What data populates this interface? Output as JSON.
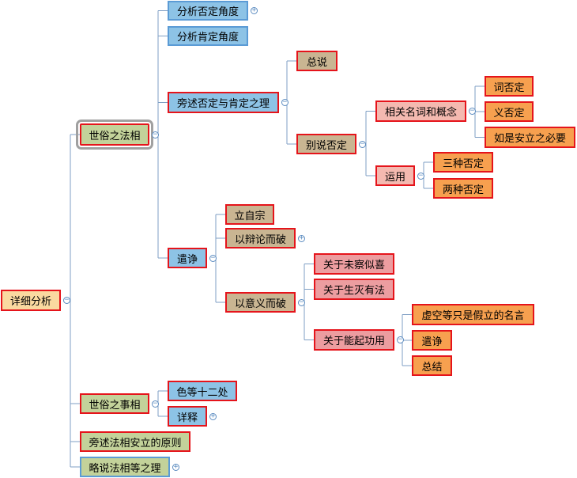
{
  "colors": {
    "line": "#7f9fc4",
    "tan": "#c9b592",
    "blue": "#8dc3e6",
    "orange": "#f7a04f",
    "pink": "#ec9da0",
    "lightpink": "#f4b9b0",
    "sage": "#c3d29a",
    "root": "#fad9a0"
  },
  "nodes": [
    {
      "id": "root",
      "text": "详细分析",
      "fill": "root",
      "toggle": "collapse"
    },
    {
      "id": "suisu",
      "text": "世俗之法相",
      "fill": "sage",
      "selected": true,
      "toggle": "collapse"
    },
    {
      "id": "fenxi_fou",
      "text": "分析否定角度",
      "fill": "blue",
      "border": "blue",
      "toggle": "expand"
    },
    {
      "id": "fenxi_ken",
      "text": "分析肯定角度",
      "fill": "blue",
      "border": "blue"
    },
    {
      "id": "pangshu",
      "text": "旁述否定与肯定之理",
      "fill": "blue",
      "toggle": "collapse"
    },
    {
      "id": "zongshuo",
      "text": "总说",
      "fill": "tan"
    },
    {
      "id": "bieshuo",
      "text": "别说否定",
      "fill": "tan",
      "toggle": "collapse"
    },
    {
      "id": "xiangguan",
      "text": "相关名词和概念",
      "fill": "lightpink",
      "toggle": "collapse"
    },
    {
      "id": "cifouding",
      "text": "词否定",
      "fill": "orange"
    },
    {
      "id": "yifouding",
      "text": "义否定",
      "fill": "orange"
    },
    {
      "id": "ruhe",
      "text": "如是安立之必要",
      "fill": "orange"
    },
    {
      "id": "yunyong",
      "text": "运用",
      "fill": "lightpink",
      "toggle": "collapse"
    },
    {
      "id": "sanzhong",
      "text": "三种否定",
      "fill": "orange"
    },
    {
      "id": "liangzhong",
      "text": "两种否定",
      "fill": "orange"
    },
    {
      "id": "qianzheng",
      "text": "遣诤",
      "fill": "blue",
      "toggle": "collapse"
    },
    {
      "id": "lizizong",
      "text": "立自宗",
      "fill": "tan"
    },
    {
      "id": "yibianlun",
      "text": "以辩论而破",
      "fill": "tan",
      "toggle": "expand"
    },
    {
      "id": "yiyiyi",
      "text": "以意义而破",
      "fill": "tan",
      "toggle": "collapse"
    },
    {
      "id": "guanyu_wei",
      "text": "关于未察似喜",
      "fill": "pink"
    },
    {
      "id": "guanyu_sheng",
      "text": "关于生灭有法",
      "fill": "pink"
    },
    {
      "id": "guanyu_neng",
      "text": "关于能起功用",
      "fill": "pink",
      "toggle": "collapse"
    },
    {
      "id": "xukong",
      "text": "虚空等只是假立的名言",
      "fill": "orange"
    },
    {
      "id": "qianzheng2",
      "text": "遣诤",
      "fill": "orange"
    },
    {
      "id": "zongjie",
      "text": "总结",
      "fill": "orange"
    },
    {
      "id": "shisu_shi",
      "text": "世俗之事相",
      "fill": "sage",
      "toggle": "collapse"
    },
    {
      "id": "se",
      "text": "色等十二处",
      "fill": "blue"
    },
    {
      "id": "xiangshi",
      "text": "详释",
      "fill": "blue",
      "toggle": "expand"
    },
    {
      "id": "pangshu_fa",
      "text": "旁述法相安立的原则",
      "fill": "sage"
    },
    {
      "id": "lueshuo",
      "text": "略说法相等之理",
      "fill": "sage",
      "border": "blue",
      "toggle": "expand"
    }
  ],
  "edges": [
    [
      "root",
      "suisu"
    ],
    [
      "root",
      "shisu_shi"
    ],
    [
      "root",
      "pangshu_fa"
    ],
    [
      "root",
      "lueshuo"
    ],
    [
      "suisu",
      "fenxi_fou"
    ],
    [
      "suisu",
      "fenxi_ken"
    ],
    [
      "suisu",
      "pangshu"
    ],
    [
      "suisu",
      "qianzheng"
    ],
    [
      "pangshu",
      "zongshuo"
    ],
    [
      "pangshu",
      "bieshuo"
    ],
    [
      "bieshuo",
      "xiangguan"
    ],
    [
      "bieshuo",
      "yunyong"
    ],
    [
      "xiangguan",
      "cifouding"
    ],
    [
      "xiangguan",
      "yifouding"
    ],
    [
      "xiangguan",
      "ruhe"
    ],
    [
      "yunyong",
      "sanzhong"
    ],
    [
      "yunyong",
      "liangzhong"
    ],
    [
      "qianzheng",
      "lizizong"
    ],
    [
      "qianzheng",
      "yibianlun"
    ],
    [
      "qianzheng",
      "yiyiyi"
    ],
    [
      "yiyiyi",
      "guanyu_wei"
    ],
    [
      "yiyiyi",
      "guanyu_sheng"
    ],
    [
      "yiyiyi",
      "guanyu_neng"
    ],
    [
      "guanyu_neng",
      "xukong"
    ],
    [
      "guanyu_neng",
      "qianzheng2"
    ],
    [
      "guanyu_neng",
      "zongjie"
    ],
    [
      "shisu_shi",
      "se"
    ],
    [
      "shisu_shi",
      "xiangshi"
    ]
  ]
}
